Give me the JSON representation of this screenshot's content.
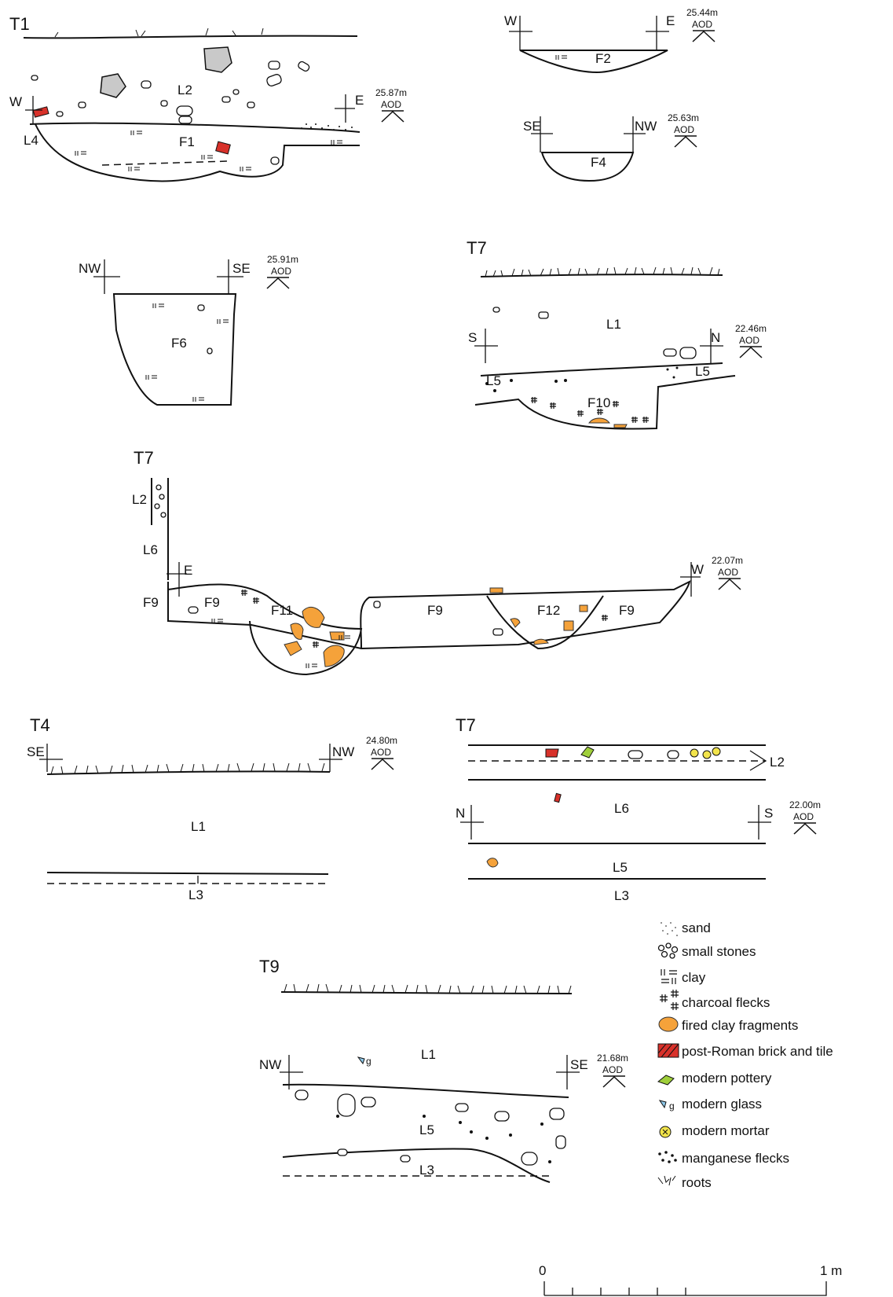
{
  "sections": {
    "t1": {
      "trench": "T1",
      "dir_left": "W",
      "dir_right": "E",
      "level": "25.87m",
      "aod": "AOD",
      "layers": [
        "L2",
        "L4",
        "F1"
      ]
    },
    "f2": {
      "dir_left": "W",
      "dir_right": "E",
      "level": "25.44m",
      "aod": "AOD",
      "feature": "F2"
    },
    "f4": {
      "dir_left": "SE",
      "dir_right": "NW",
      "level": "25.63m",
      "aod": "AOD",
      "feature": "F4"
    },
    "f6": {
      "dir_left": "NW",
      "dir_right": "SE",
      "level": "25.91m",
      "aod": "AOD",
      "feature": "F6"
    },
    "t7a": {
      "trench": "T7",
      "dir_left": "S",
      "dir_right": "N",
      "level": "22.46m",
      "aod": "AOD",
      "layers": [
        "L1",
        "L5",
        "L5",
        "F10"
      ]
    },
    "t7b": {
      "trench": "T7",
      "dir_left": "E",
      "dir_right": "W",
      "level": "22.07m",
      "aod": "AOD",
      "layers": [
        "L2",
        "L6",
        "F9",
        "F9",
        "F11",
        "F9",
        "F12",
        "F9"
      ]
    },
    "t4": {
      "trench": "T4",
      "dir_left": "SE",
      "dir_right": "NW",
      "level": "24.80m",
      "aod": "AOD",
      "layers": [
        "L1",
        "L3"
      ]
    },
    "t7c": {
      "trench": "T7",
      "dir_left": "N",
      "dir_right": "S",
      "level": "22.00m",
      "aod": "AOD",
      "layers": [
        "L2",
        "L6",
        "L5",
        "L3"
      ]
    },
    "t9": {
      "trench": "T9",
      "dir_left": "NW",
      "dir_right": "SE",
      "level": "21.68m",
      "aod": "AOD",
      "layers": [
        "L1",
        "L5",
        "L3"
      ],
      "glass_mark": "g"
    }
  },
  "legend": [
    {
      "symbol": "sand-symbol",
      "label": "sand"
    },
    {
      "symbol": "small-stones-symbol",
      "label": "small stones"
    },
    {
      "symbol": "clay-symbol",
      "label": "clay"
    },
    {
      "symbol": "charcoal-symbol",
      "label": "charcoal flecks"
    },
    {
      "symbol": "fired-clay-symbol",
      "label": "fired clay fragments",
      "color": "#f5a23a"
    },
    {
      "symbol": "brick-tile-symbol",
      "label": "post-Roman brick and tile",
      "color": "#d8312a"
    },
    {
      "symbol": "pottery-symbol",
      "label": "modern pottery",
      "color": "#9fcf3a"
    },
    {
      "symbol": "glass-symbol",
      "label": "modern glass",
      "color": "#8ec9ea"
    },
    {
      "symbol": "mortar-symbol",
      "label": "modern mortar",
      "color": "#f2e44b"
    },
    {
      "symbol": "manganese-symbol",
      "label": "manganese flecks"
    },
    {
      "symbol": "roots-symbol",
      "label": "roots"
    }
  ],
  "scale_bar": {
    "start": "0",
    "end": "1 m"
  }
}
